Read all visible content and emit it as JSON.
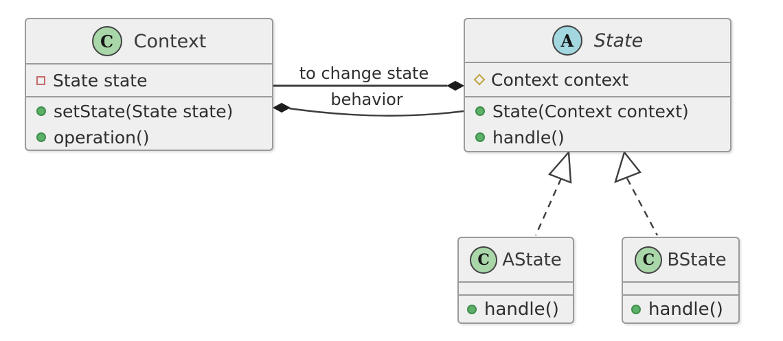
{
  "diagram_type": "UML class diagram",
  "palette": {
    "background": "#ffffff",
    "box_fill": "#efefef",
    "box_border": "#9a9a9a",
    "title_text": "#3a3a3a",
    "member_text": "#2e2e2e",
    "edge_line": "#3d3d3d",
    "edge_diamond": "#1d1d1d",
    "class_circle_fill": "#a9d7a9",
    "abstract_circle_fill": "#a3d8e0",
    "circle_border": "#424242",
    "public_dot_fill": "#5db068",
    "public_dot_border": "#3e8e4c",
    "private_square_border": "#c46a6a",
    "protected_diamond_border": "#bfa33f"
  },
  "classes": [
    {
      "name": "Context",
      "stereotype_letter": "C",
      "stereotype": "class",
      "fields": [
        {
          "visibility": "private",
          "text": "State state"
        }
      ],
      "methods": [
        {
          "visibility": "public",
          "text": "setState(State state)"
        },
        {
          "visibility": "public",
          "text": "operation()"
        }
      ]
    },
    {
      "name": "State",
      "stereotype_letter": "A",
      "stereotype": "abstract",
      "fields": [
        {
          "visibility": "protected",
          "text": "Context context"
        }
      ],
      "methods": [
        {
          "visibility": "public",
          "text": "State(Context context)"
        },
        {
          "visibility": "public",
          "text": "handle()"
        }
      ]
    },
    {
      "name": "AState",
      "stereotype_letter": "C",
      "stereotype": "class",
      "fields": [],
      "methods": [
        {
          "visibility": "public",
          "text": "handle()"
        }
      ]
    },
    {
      "name": "BState",
      "stereotype_letter": "C",
      "stereotype": "class",
      "fields": [],
      "methods": [
        {
          "visibility": "public",
          "text": "handle()"
        }
      ]
    }
  ],
  "edges": [
    {
      "type": "composition",
      "from": "Context",
      "to": "State",
      "label": "to change state"
    },
    {
      "type": "composition",
      "from": "State",
      "to": "Context",
      "label": "behavior"
    },
    {
      "type": "realization",
      "from": "AState",
      "to": "State",
      "label": ""
    },
    {
      "type": "realization",
      "from": "BState",
      "to": "State",
      "label": ""
    }
  ]
}
